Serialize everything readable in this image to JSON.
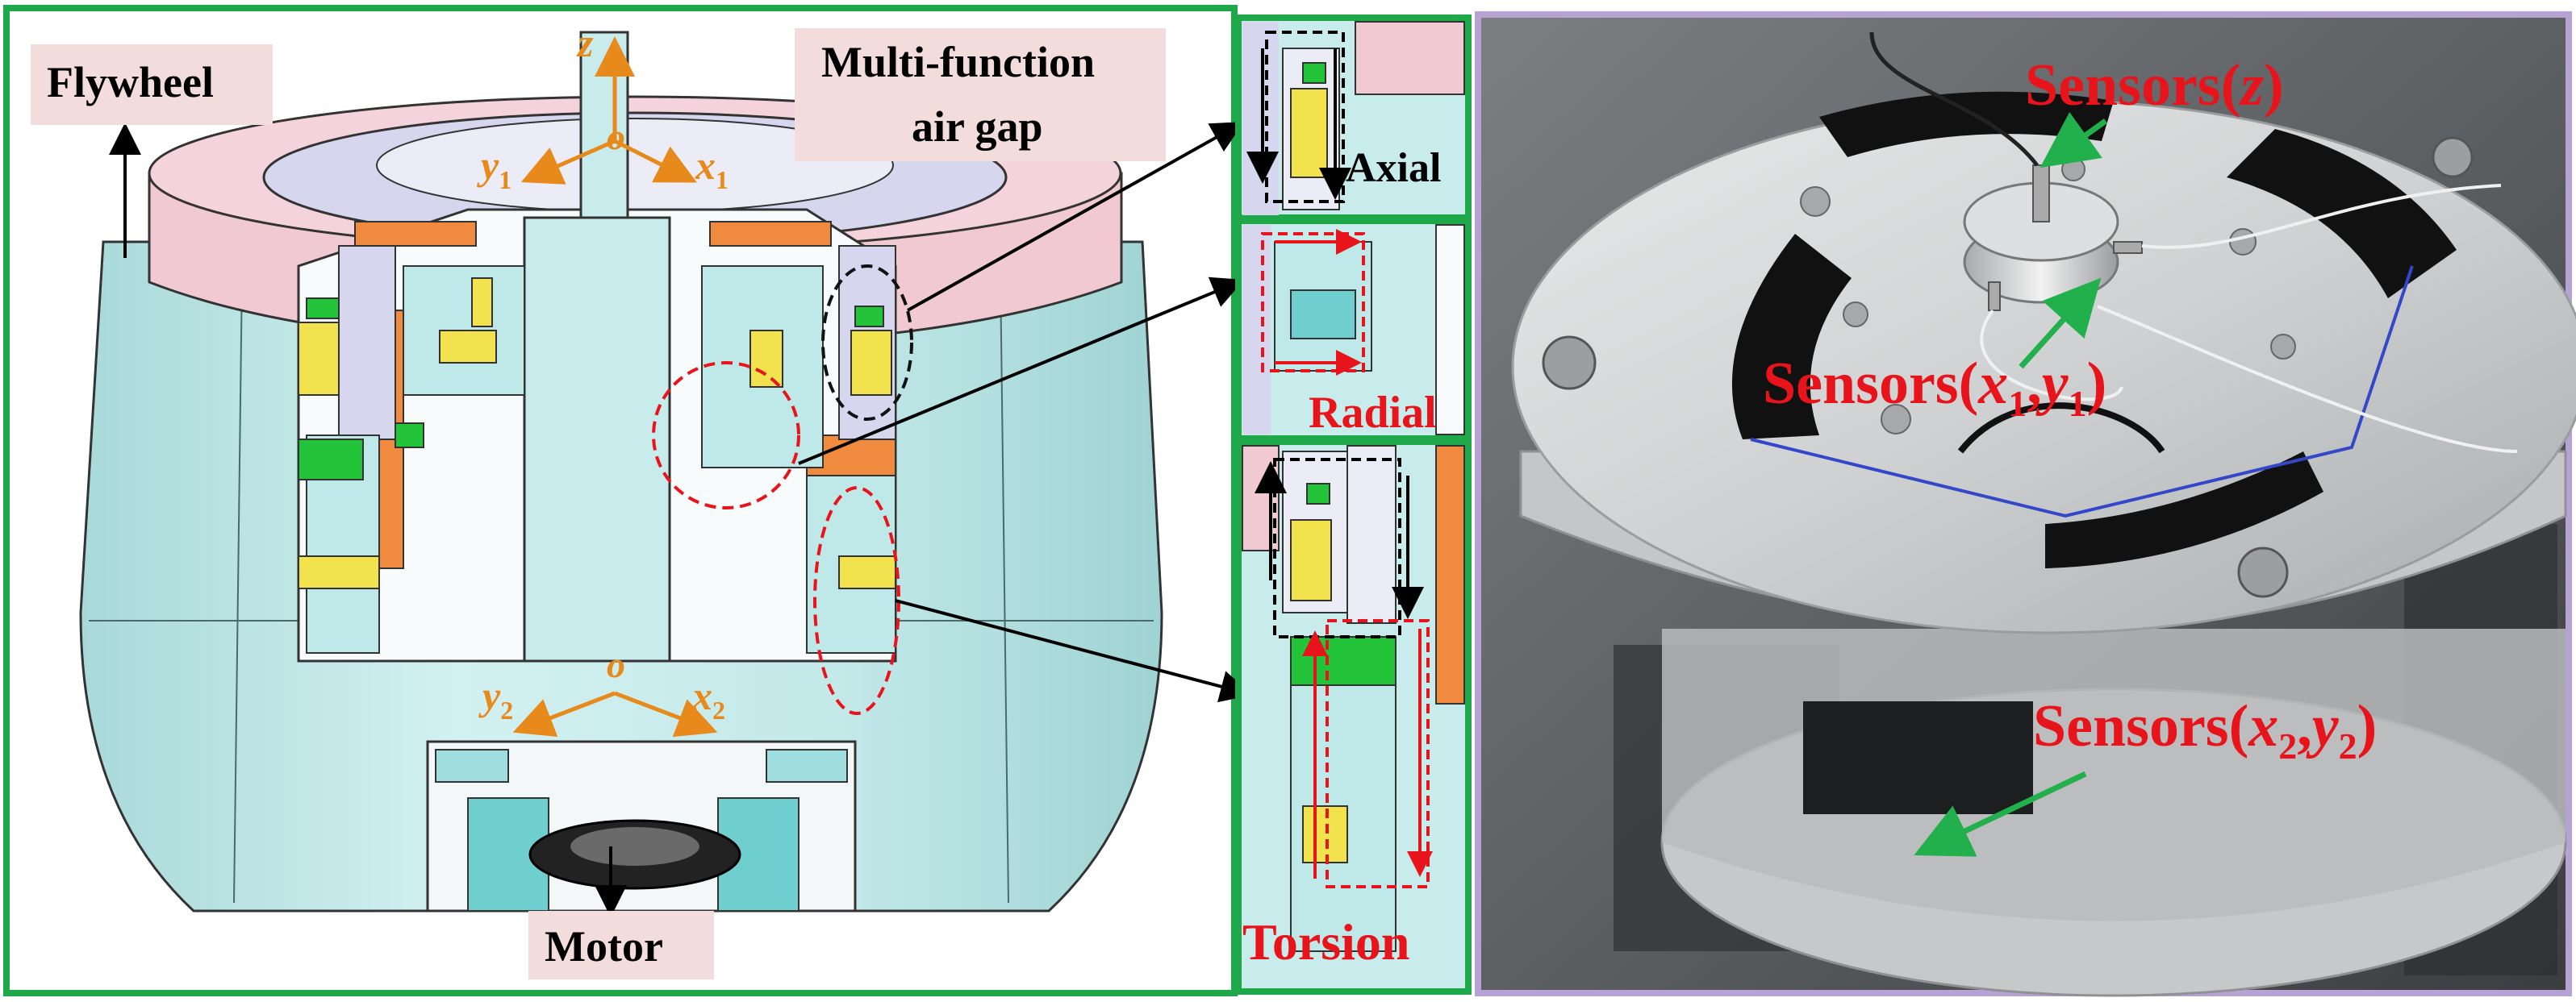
{
  "colors": {
    "frame_green": "#1fa84a",
    "frame_purple": "#b7a3d3",
    "label_bg": "#f2dcdc",
    "axis_orange": "#e8891c",
    "sensor_red": "#e8141b",
    "arrow_green": "#21b04b",
    "body_cyan": "#c8ecec",
    "flywheel_pink": "#f1c9d3",
    "rotor_lavender": "#d6d6ee",
    "magnet_yellow": "#f2e24e",
    "coil_green": "#23c33a",
    "ring_orange": "#ef8a3e"
  },
  "left_panel": {
    "flywheel": "Flywheel",
    "airgap_line1": "Multi-function",
    "airgap_line2": "air gap",
    "motor": "Motor",
    "axis_z": "z",
    "origin_top": "o",
    "y1_var": "y",
    "y1_sub": "1",
    "x1_var": "x",
    "x1_sub": "1",
    "origin_bottom": "o",
    "y2_var": "y",
    "y2_sub": "2",
    "x2_var": "x",
    "x2_sub": "2"
  },
  "insets": {
    "axial": "Axial",
    "radial": "Radial",
    "torsion": "Torsion"
  },
  "photo": {
    "sz_prefix": "Sensors(",
    "sz_var": "z",
    "sz_suffix": ")",
    "s1_prefix": "Sensors(",
    "s1_x": "x",
    "s1_xsub": "1",
    "s1_comma": ",",
    "s1_y": "y",
    "s1_ysub": "1",
    "s1_suffix": ")",
    "s2_prefix": "Sensors(",
    "s2_x": "x",
    "s2_xsub": "2",
    "s2_comma": ",",
    "s2_y": "y",
    "s2_ysub": "2",
    "s2_suffix": ")"
  }
}
